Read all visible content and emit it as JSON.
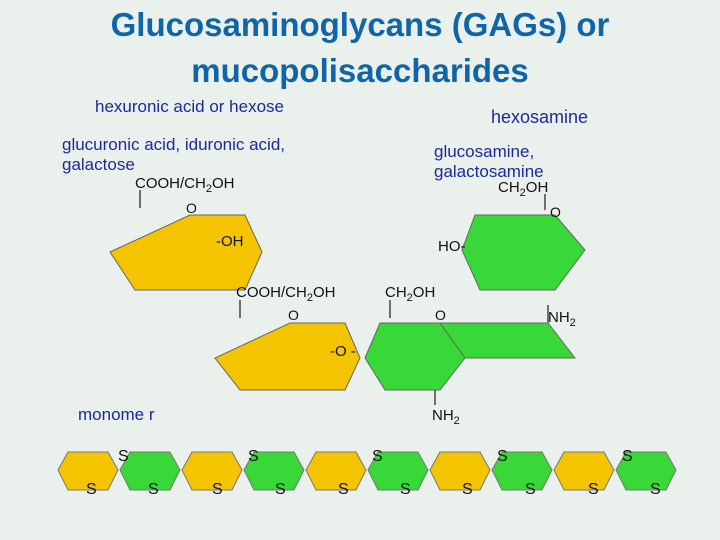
{
  "title_line1": "Glucosaminoglycans (GAGs) or",
  "title_line2": "mucopolisaccharides",
  "labels": {
    "hexuronic": "hexuronic acid or hexose",
    "hexosamine": "hexosamine",
    "acids_line1": "glucuronic acid, iduronic acid,",
    "acids_line2": "galactose",
    "amines_line1": "glucosamine,",
    "amines_line2": "galactosamine",
    "monomer": "monome r"
  },
  "top_left_ring": {
    "sub_a": "COOH/CH",
    "sub_b": "2",
    "sub_c": "OH",
    "ring_o": "O",
    "side": "-OH"
  },
  "top_right_ring": {
    "sub_a": "CH",
    "sub_b": "2",
    "sub_c": "OH",
    "ring_o": "O",
    "side": "HO-"
  },
  "mid_left_ring": {
    "sub_a": "COOH/CH",
    "sub_b": "2",
    "sub_c": "OH",
    "ring_o": "O"
  },
  "mid_right_ring": {
    "sub_a": "CH",
    "sub_b": "2",
    "sub_c": "OH",
    "ring_o": "O",
    "nh_a": "NH",
    "nh_b": "2",
    "nh2_bottom_a": "NH",
    "nh2_bottom_b": "2"
  },
  "linkage": "-O -",
  "chain_label": "S",
  "colors": {
    "yellow": "#f5c400",
    "green": "#38d838",
    "title": "#1064a8",
    "text": "#1a2a9a",
    "background": "#eaf0ec"
  }
}
